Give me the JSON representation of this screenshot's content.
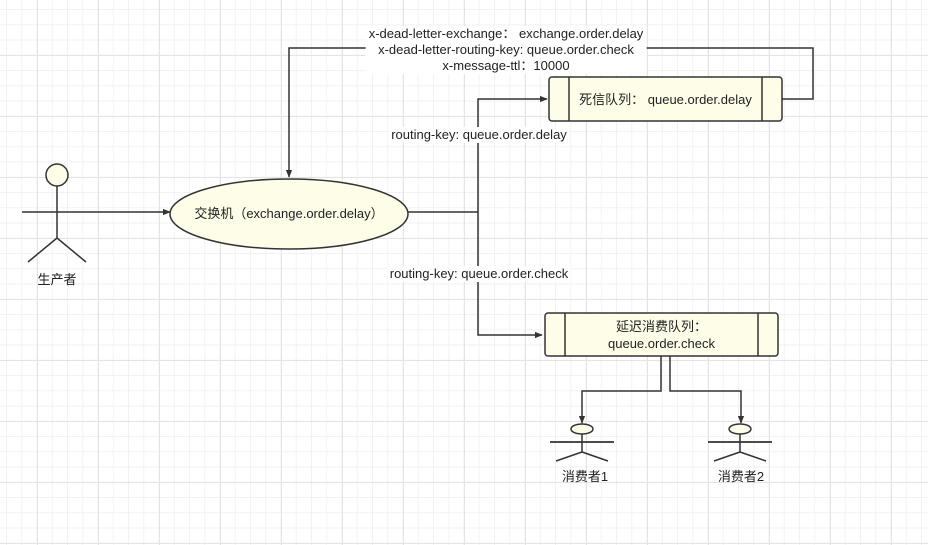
{
  "diagram": {
    "producer": {
      "label": "生产者"
    },
    "exchange": {
      "label": "交换机（exchange.order.delay）"
    },
    "dead_letter_queue": {
      "label": "死信队列：  queue.order.delay"
    },
    "delay_consume_queue": {
      "label_line1": "延迟消费队列：",
      "label_line2": "queue.order.check"
    },
    "consumers": [
      {
        "label": "消费者1"
      },
      {
        "label": "消费者2"
      }
    ],
    "edges": {
      "exchange_to_dead_letter": {
        "label": "routing-key: queue.order.delay"
      },
      "exchange_to_delay_queue": {
        "label": "routing-key: queue.order.check"
      },
      "dead_letter_to_exchange": {
        "args": [
          "x-dead-letter-exchange：  exchange.order.delay",
          "x-dead-letter-routing-key: queue.order.check",
          "x-message-ttl：10000"
        ]
      }
    },
    "colors": {
      "node_fill": "#fdfde8",
      "stroke": "#333333"
    }
  }
}
